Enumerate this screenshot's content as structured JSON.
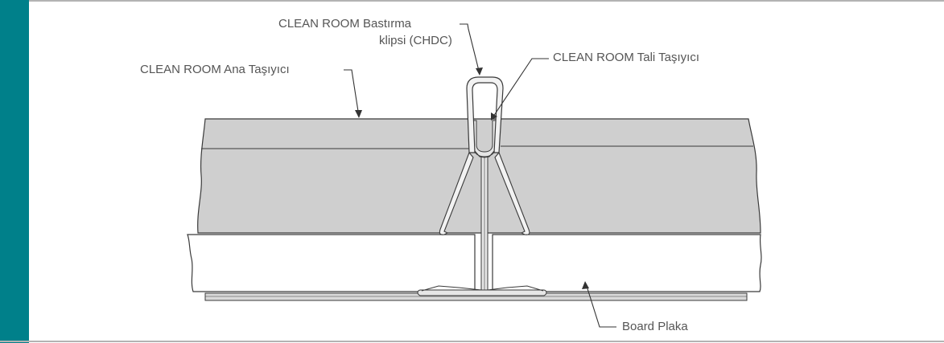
{
  "colors": {
    "accent_bar": "#00808a",
    "rule": "#b3b3b3",
    "carrier_fill": "#cfcfcf",
    "carrier_band": "#d9d9d9",
    "board_fill": "#ffffff",
    "line": "#3a3a3a",
    "label_text": "#555555"
  },
  "labels": {
    "clip_line1": "CLEAN ROOM Bastırma",
    "clip_line2": "klipsi (CHDC)",
    "secondary_carrier": "CLEAN ROOM Tali Taşıyıcı",
    "main_carrier": "CLEAN ROOM Ana Taşıyıcı",
    "board": "Board Plaka"
  }
}
